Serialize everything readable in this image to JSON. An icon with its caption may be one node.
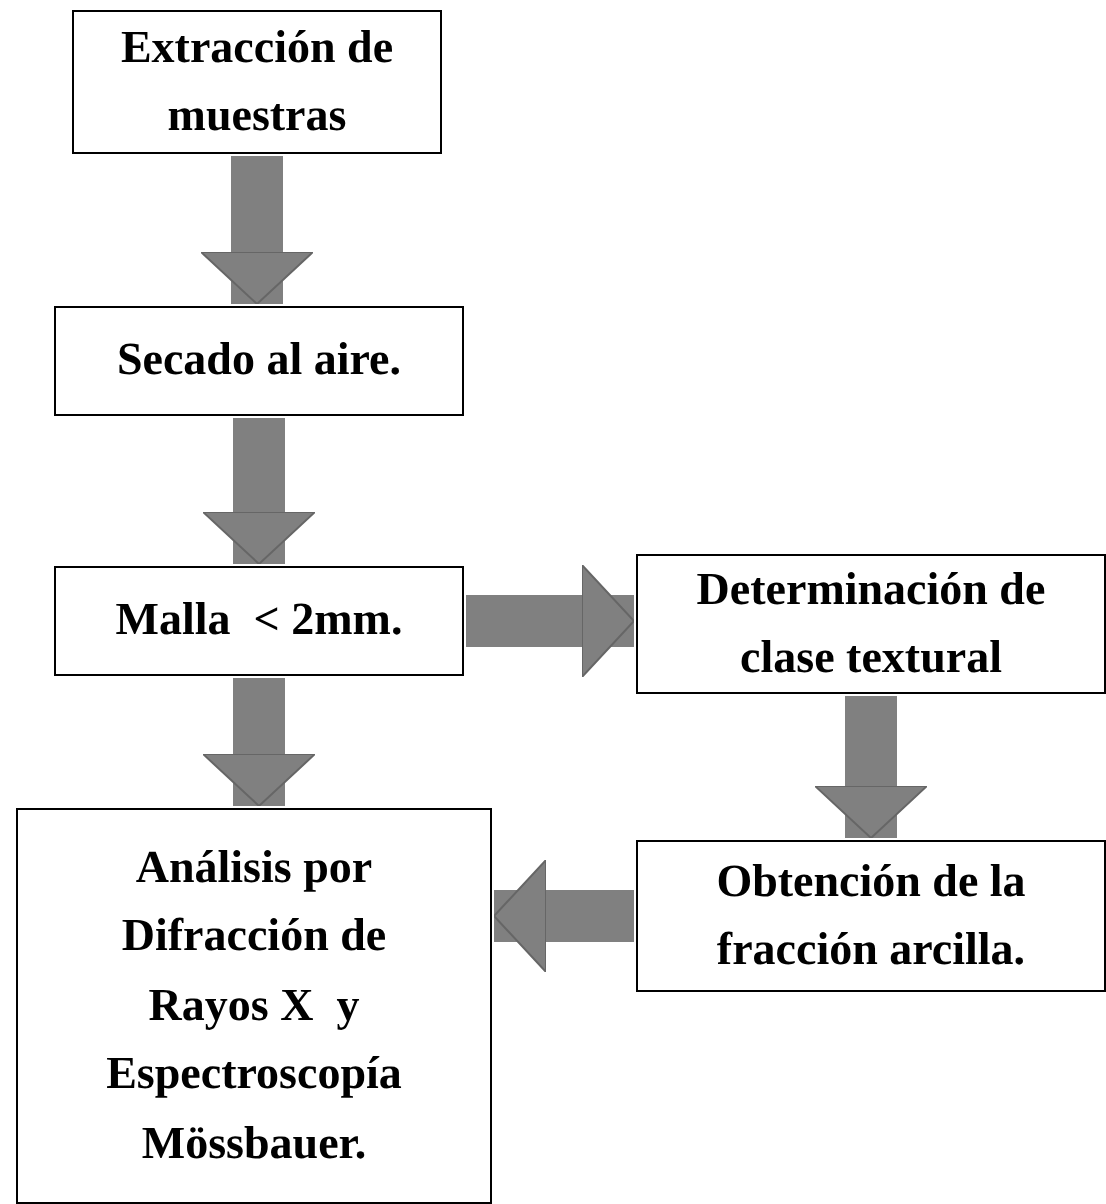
{
  "diagram": {
    "nodes": [
      {
        "text": [
          "Extracción de muestras"
        ]
      },
      {
        "text": [
          "Secado al aire."
        ]
      },
      {
        "text": [
          "Malla  < 2mm."
        ]
      },
      {
        "text": [
          "Determinación de clase textural"
        ]
      },
      {
        "text": [
          "Obtención de la fracción arcilla."
        ]
      },
      {
        "text": [
          "Análisis por Difracción de Rayos X  y Espectroscopía Mössbauer."
        ]
      }
    ],
    "edges": [
      {
        "from": 0,
        "to": 1,
        "arrow": "to"
      },
      {
        "from": 1,
        "to": 2,
        "arrow": "to"
      },
      {
        "from": 2,
        "to": 3,
        "arrow": "to"
      },
      {
        "from": 2,
        "to": 5,
        "arrow": "to"
      },
      {
        "from": 3,
        "to": 4,
        "arrow": "to"
      },
      {
        "from": 4,
        "to": 5,
        "arrow": "to"
      }
    ]
  }
}
